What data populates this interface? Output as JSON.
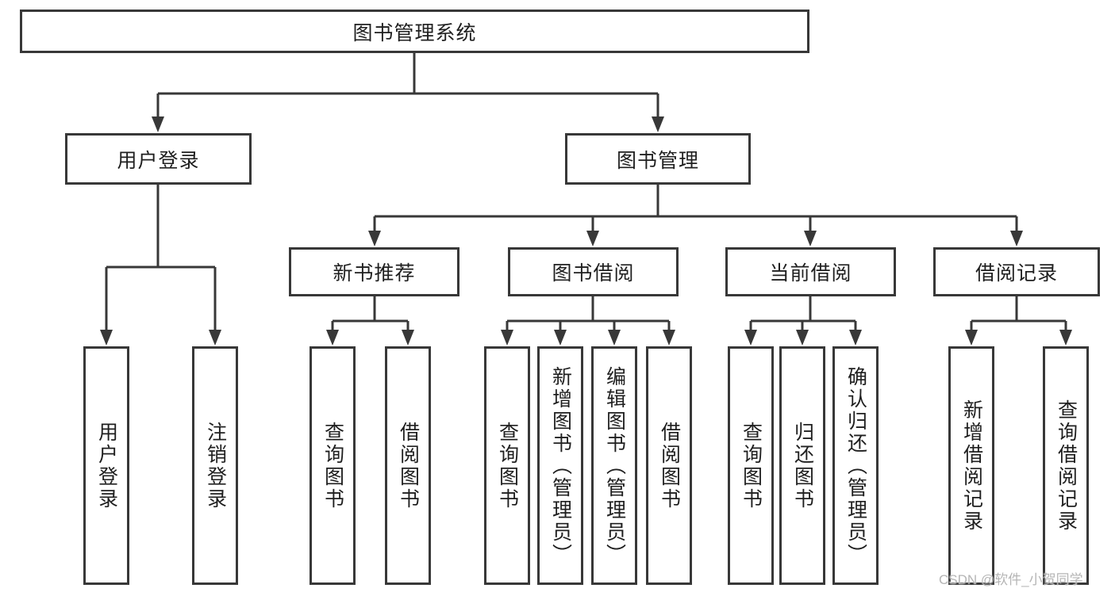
{
  "diagram_title": "图书管理系统",
  "branches": [
    {
      "label": "用户登录",
      "children": [
        "用户登录",
        "注销登录"
      ]
    },
    {
      "label": "图书管理",
      "groups": [
        {
          "label": "新书推荐",
          "children": [
            "查询图书",
            "借阅图书"
          ]
        },
        {
          "label": "图书借阅",
          "children": [
            "查询图书",
            "新增图书（管理员）",
            "编辑图书（管理员）",
            "借阅图书"
          ]
        },
        {
          "label": "当前借阅",
          "children": [
            "查询图书",
            "归还图书",
            "确认归还（管理员）"
          ]
        },
        {
          "label": "借阅记录",
          "children": [
            "新增借阅记录",
            "查询借阅记录"
          ]
        }
      ]
    }
  ],
  "watermark": "CSDN @软件_小贺同学",
  "colors": {
    "line": "#383838",
    "box_border": "#383838",
    "text": "#1f1f1f",
    "watermark": "#b5b5b5",
    "background": "#ffffff"
  }
}
